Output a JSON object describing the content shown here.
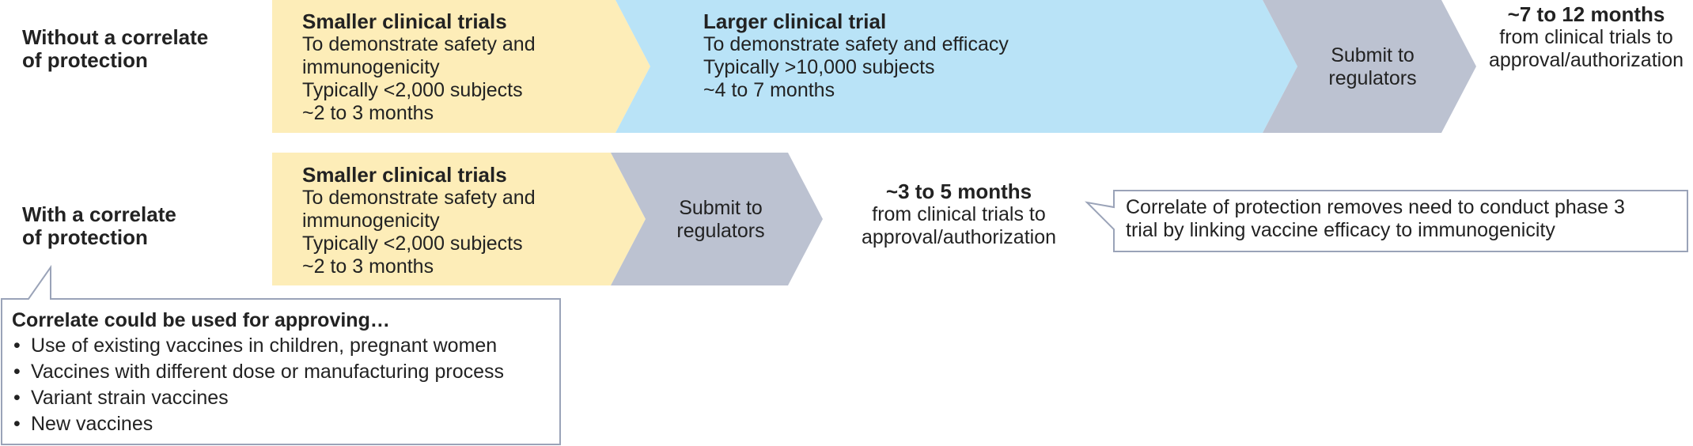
{
  "row1": {
    "label": [
      "Without a correlate",
      "of protection"
    ],
    "small_trials": {
      "title": "Smaller clinical trials",
      "lines": [
        "To demonstrate safety and",
        "immunogenicity",
        "Typically <2,000 subjects",
        "~2 to 3 months"
      ]
    },
    "large_trial": {
      "title": "Larger clinical trial",
      "lines": [
        "To demonstrate safety and efficacy",
        "Typically >10,000 subjects",
        "~4 to 7 months"
      ]
    },
    "submit": [
      "Submit to",
      "regulators"
    ],
    "duration": {
      "title": "~7 to 12 months",
      "lines": [
        "from clinical trials to",
        "approval/authorization"
      ]
    }
  },
  "row2": {
    "label": [
      "With a correlate",
      "of protection"
    ],
    "small_trials": {
      "title": "Smaller clinical trials",
      "lines": [
        "To demonstrate safety and",
        "immunogenicity",
        "Typically <2,000 subjects",
        "~2 to 3 months"
      ]
    },
    "submit": [
      "Submit to",
      "regulators"
    ],
    "duration": {
      "title": "~3 to 5 months",
      "lines": [
        "from clinical trials to",
        "approval/authorization"
      ]
    },
    "note": [
      "Correlate of protection removes need to conduct phase 3",
      "trial by linking vaccine efficacy to immunogenicity"
    ]
  },
  "uses_callout": {
    "title": "Correlate could be used for approving…",
    "items": [
      "Use of existing vaccines in children, pregnant women",
      "Vaccines with different dose or manufacturing process",
      "Variant strain vaccines",
      "New vaccines"
    ]
  },
  "colors": {
    "yellow": "#fdedb8",
    "blue": "#b9e3f7",
    "gray": "#bcc2d1",
    "callout_border": "#9aa3b8",
    "text": "#222222"
  }
}
